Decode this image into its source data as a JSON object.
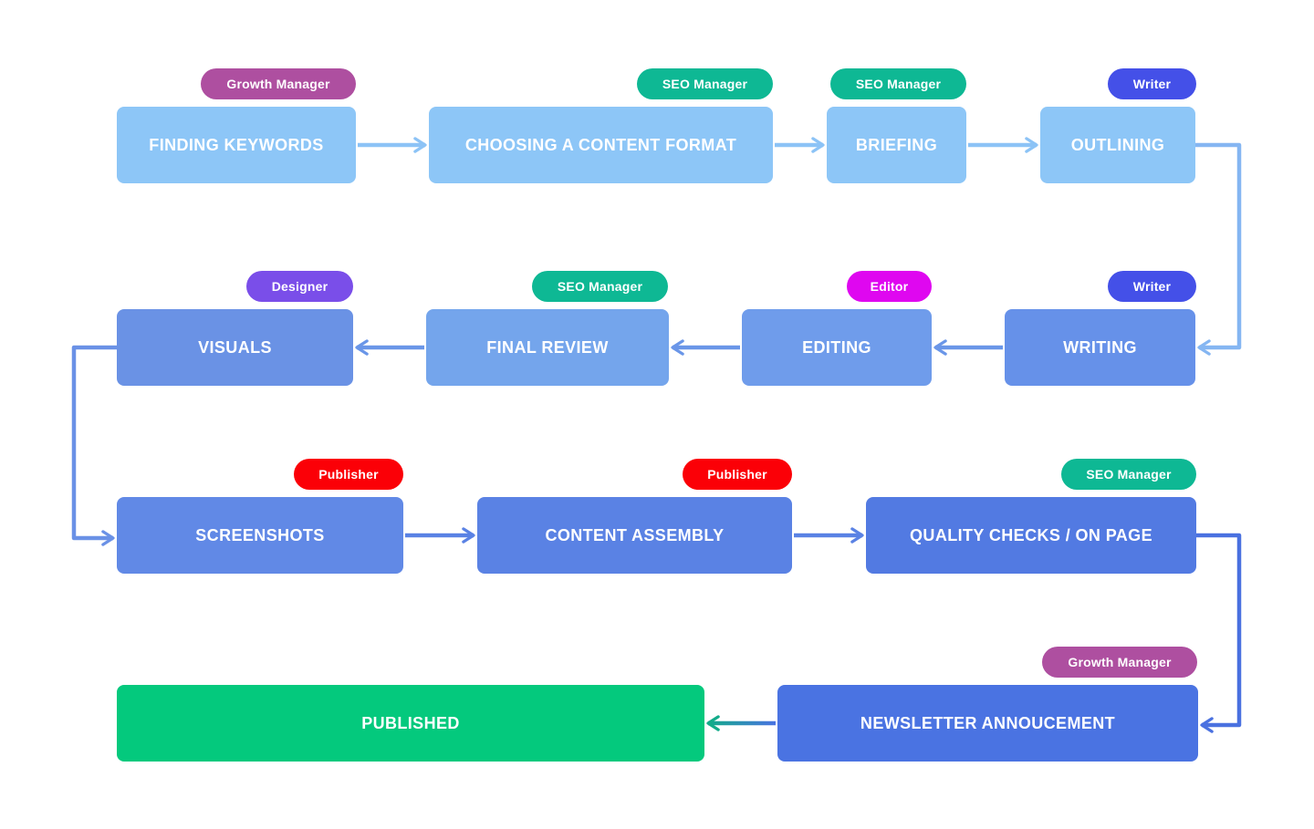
{
  "diagram": {
    "type": "flowchart",
    "background": "#ffffff",
    "description_nodes_flow": "content production workflow"
  },
  "nodes": [
    {
      "id": "finding-keywords",
      "label": "FINDING KEYWORDS",
      "fill": "#8dc6f7",
      "role": "Growth Manager",
      "role_color": "#ae4fa0"
    },
    {
      "id": "choosing-content-format",
      "label": "CHOOSING A CONTENT FORMAT",
      "fill": "#8dc6f7",
      "role": "SEO Manager",
      "role_color": "#0eb894"
    },
    {
      "id": "briefing",
      "label": "BRIEFING",
      "fill": "#8dc6f7",
      "role": "SEO Manager",
      "role_color": "#0eb894"
    },
    {
      "id": "outlining",
      "label": "OUTLINING",
      "fill": "#8dc6f7",
      "role": "Writer",
      "role_color": "#4450e8"
    },
    {
      "id": "visuals",
      "label": "VISUALS",
      "fill": "#6a92e5",
      "role": "Designer",
      "role_color": "#7a4ee9"
    },
    {
      "id": "final-review",
      "label": "FINAL REVIEW",
      "fill": "#74a5ec",
      "role": "SEO Manager",
      "role_color": "#0eb894"
    },
    {
      "id": "editing",
      "label": "EDITING",
      "fill": "#6f9ceb",
      "role": "Editor",
      "role_color": "#df07f0"
    },
    {
      "id": "writing",
      "label": "WRITING",
      "fill": "#6691e9",
      "role": "Writer",
      "role_color": "#4450e8"
    },
    {
      "id": "screenshots",
      "label": "SCREENSHOTS",
      "fill": "#6189e6",
      "role": "Publisher",
      "role_color": "#fb0007"
    },
    {
      "id": "content-assembly",
      "label": "CONTENT ASSEMBLY",
      "fill": "#5a82e4",
      "role": "Publisher",
      "role_color": "#fb0007"
    },
    {
      "id": "quality-checks-on-page",
      "label": "QUALITY CHECKS / ON PAGE",
      "fill": "#527ae2",
      "role": "SEO Manager",
      "role_color": "#0eb894"
    },
    {
      "id": "published",
      "label": "PUBLISHED",
      "fill": "#04c97d",
      "role": null,
      "role_color": null
    },
    {
      "id": "newsletter-annoucement",
      "label": "NEWSLETTER ANNOUCEMENT",
      "fill": "#4a73e2",
      "role": "Growth Manager",
      "role_color": "#ae4fa0"
    }
  ],
  "connectors": [
    {
      "from": "finding-keywords",
      "to": "choosing-content-format",
      "shape": "straight",
      "color": "#8cc3f6"
    },
    {
      "from": "choosing-content-format",
      "to": "briefing",
      "shape": "straight",
      "color": "#8cc3f6"
    },
    {
      "from": "briefing",
      "to": "outlining",
      "shape": "straight",
      "color": "#8cc3f6"
    },
    {
      "from": "outlining",
      "to": "writing",
      "shape": "elbow-right",
      "color": "#85b6f2"
    },
    {
      "from": "writing",
      "to": "editing",
      "shape": "straight",
      "color": "#6a96e8"
    },
    {
      "from": "editing",
      "to": "final-review",
      "shape": "straight",
      "color": "#6a96e8"
    },
    {
      "from": "final-review",
      "to": "visuals",
      "shape": "straight",
      "color": "#6a96e8"
    },
    {
      "from": "visuals",
      "to": "screenshots",
      "shape": "elbow-left",
      "color": "#6a91e6"
    },
    {
      "from": "screenshots",
      "to": "content-assembly",
      "shape": "straight",
      "color": "#5a82e4"
    },
    {
      "from": "content-assembly",
      "to": "quality-checks-on-page",
      "shape": "straight",
      "color": "#5a82e4"
    },
    {
      "from": "quality-checks-on-page",
      "to": "newsletter-annoucement",
      "shape": "elbow-right",
      "color": "#4a71e0"
    },
    {
      "from": "newsletter-annoucement",
      "to": "published",
      "shape": "straight-gradient",
      "color_start": "#4a73e2",
      "color_end": "#13ab8a"
    }
  ]
}
